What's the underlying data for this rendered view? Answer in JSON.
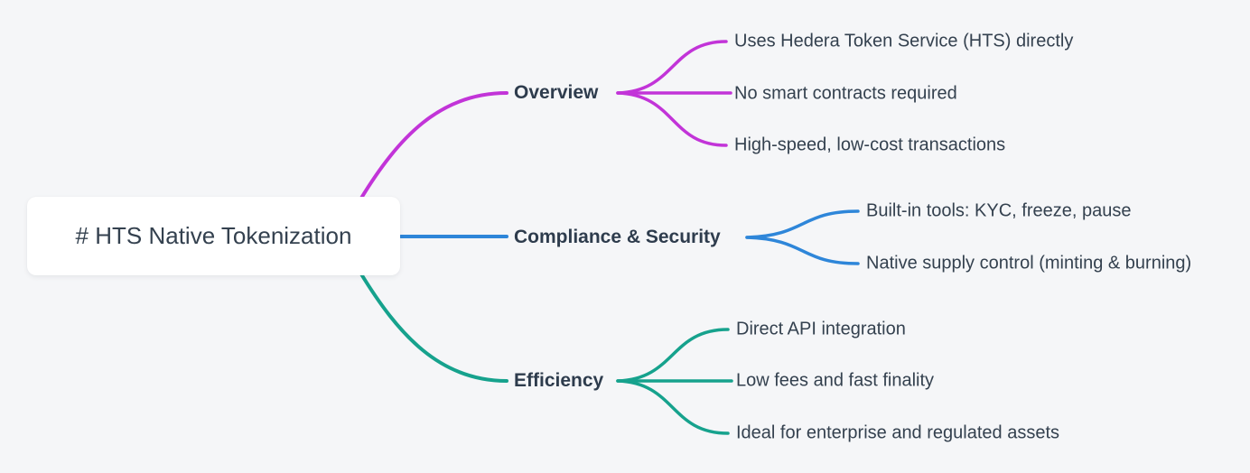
{
  "colors": {
    "background": "#f5f6f8",
    "text": "#34414f",
    "branch_overview": "#c234d8",
    "branch_compliance": "#2e86d9",
    "branch_efficiency": "#16a28d"
  },
  "root": {
    "label": "# HTS Native Tokenization"
  },
  "branches": [
    {
      "label": "Overview",
      "color": "#c234d8",
      "children": [
        "Uses Hedera Token Service (HTS) directly",
        "No smart contracts required",
        "High-speed, low-cost transactions"
      ]
    },
    {
      "label": "Compliance & Security",
      "color": "#2e86d9",
      "children": [
        "Built-in tools: KYC, freeze, pause",
        "Native supply control (minting & burning)"
      ]
    },
    {
      "label": "Efficiency",
      "color": "#16a28d",
      "children": [
        "Direct API integration",
        "Low fees and fast finality",
        "Ideal for enterprise and regulated assets"
      ]
    }
  ]
}
